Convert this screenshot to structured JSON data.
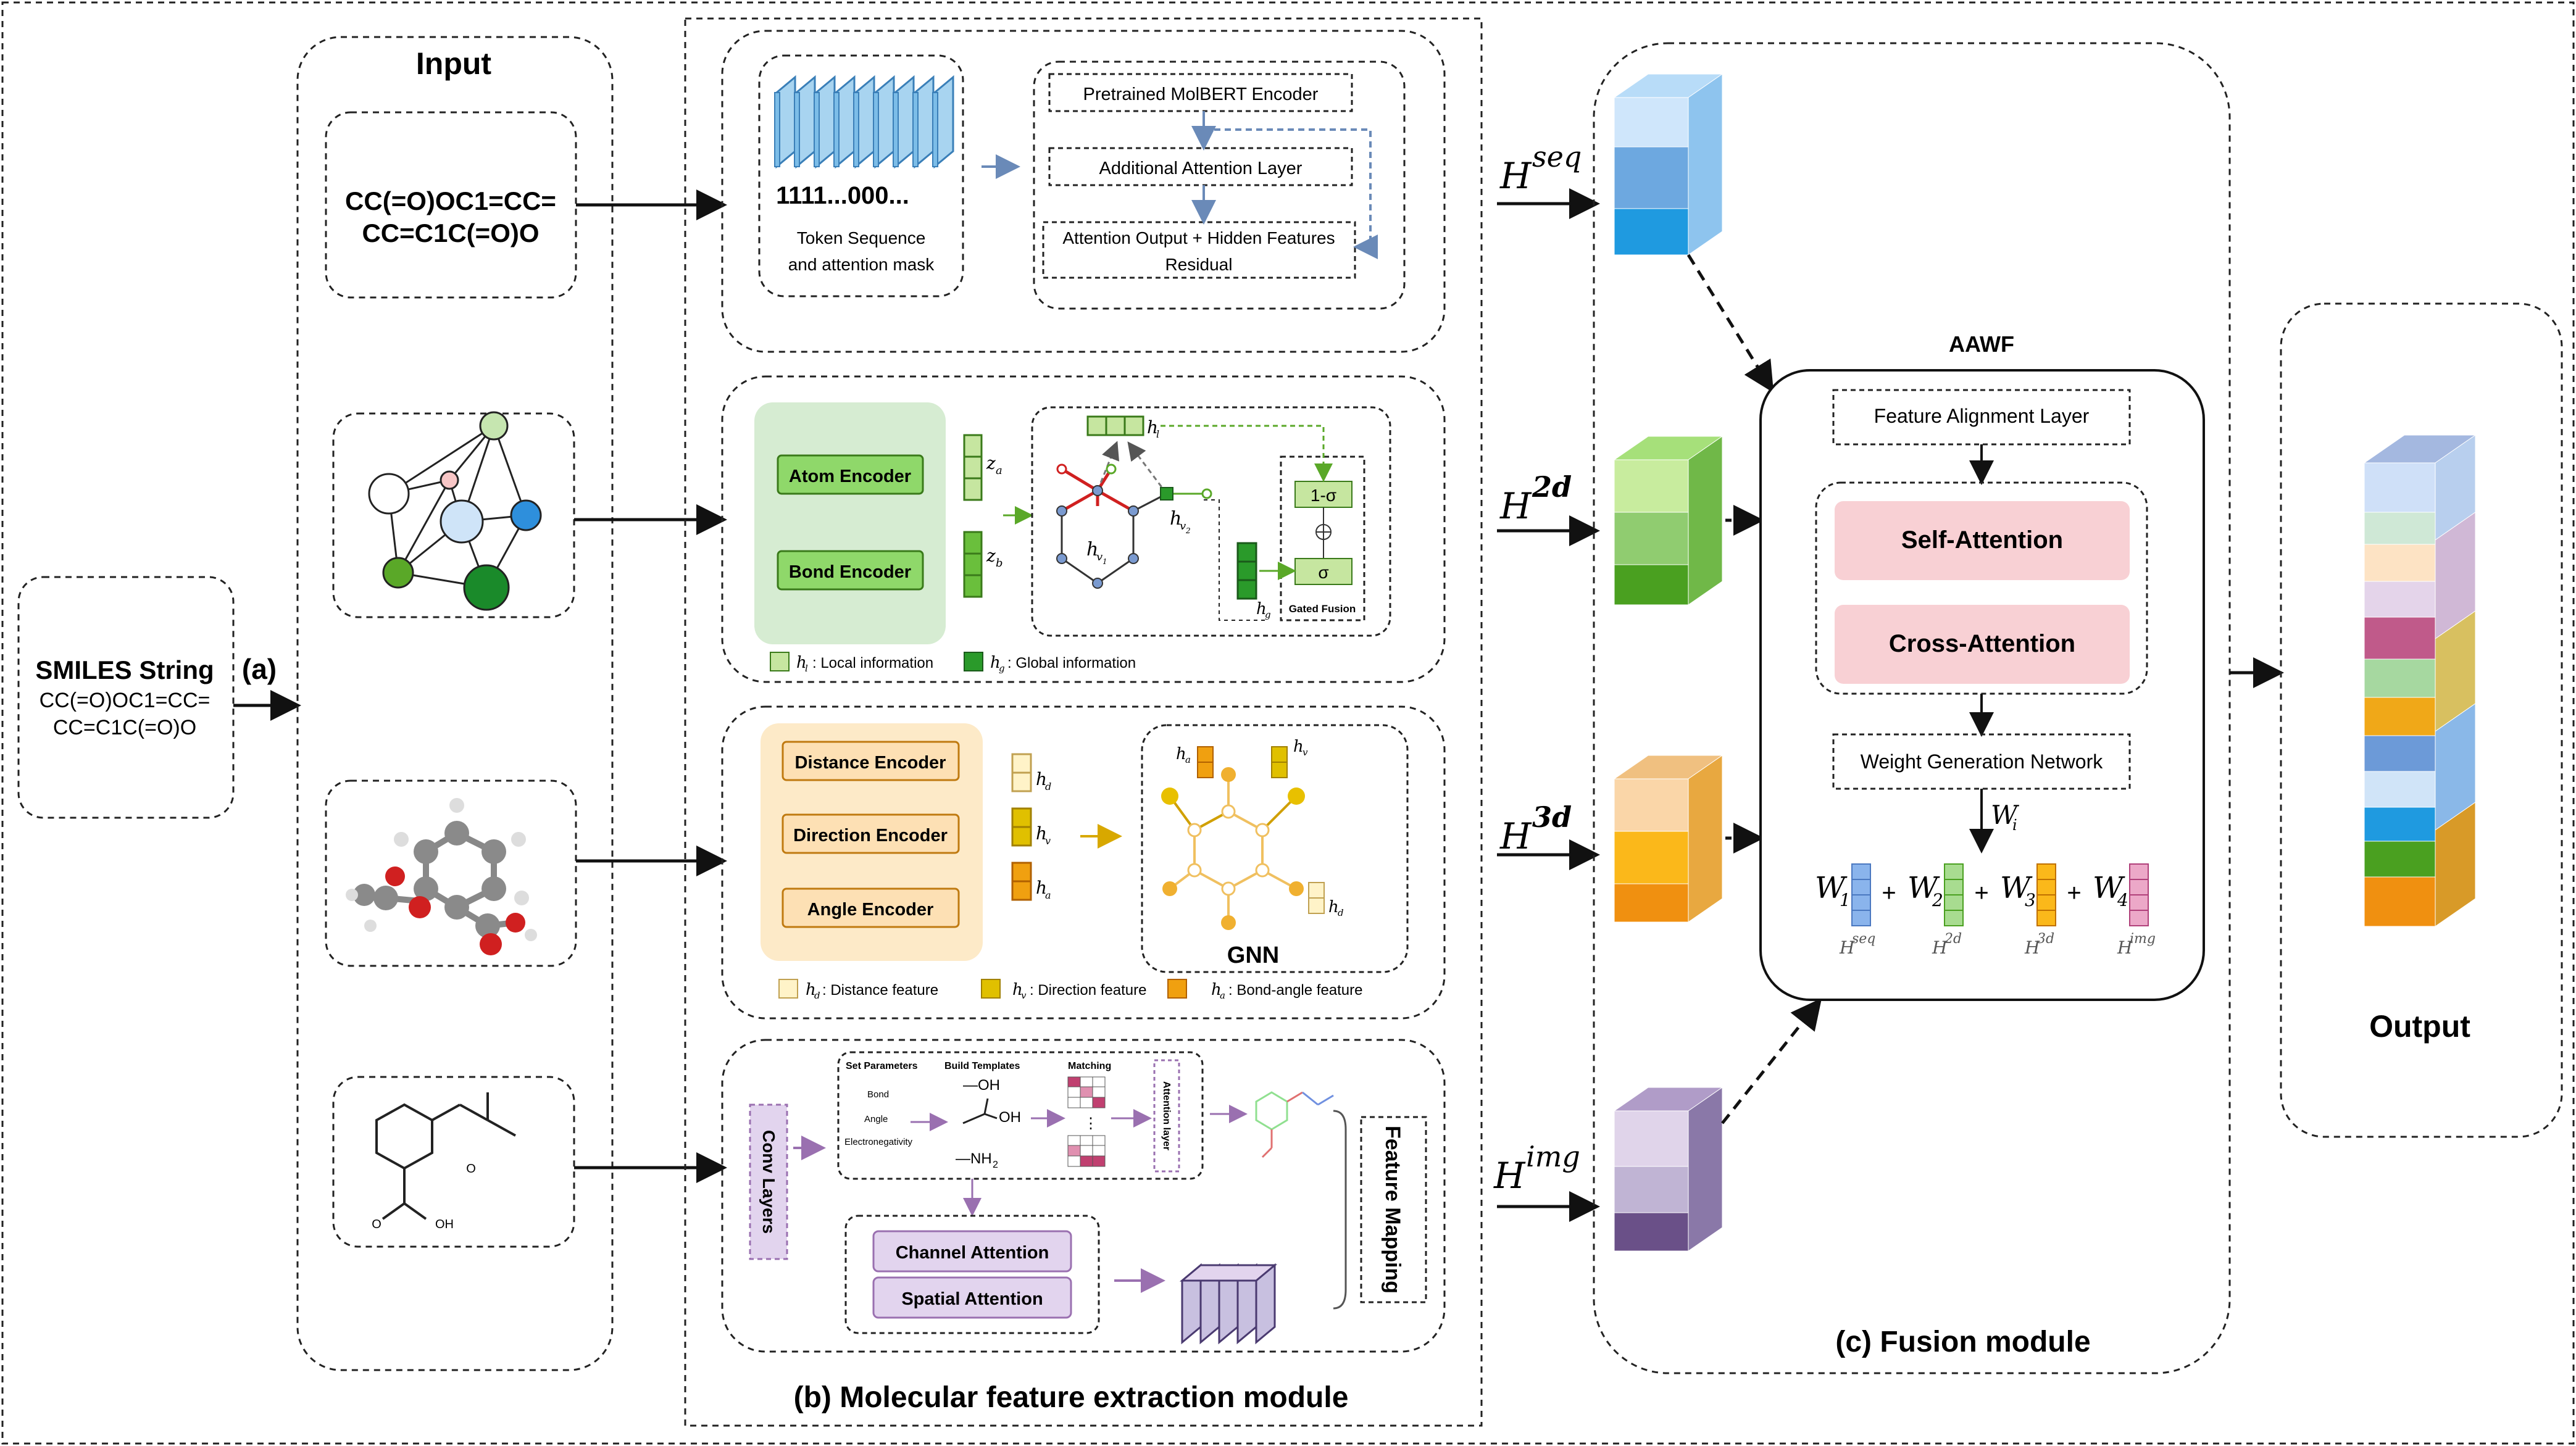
{
  "labels": {
    "input_title": "Input",
    "smiles_title": "SMILES String",
    "smiles_line1": "CC(=O)OC1=CC=",
    "smiles_line2": "CC=C1C(=O)O",
    "section_a": "(a)",
    "input_smiles_line1": "CC(=O)OC1=CC=",
    "input_smiles_line2": "CC=C1C(=O)O",
    "section_b": "(b) Molecular feature extraction module",
    "section_c": "(c) Fusion module",
    "output_title": "Output"
  },
  "seq": {
    "token_text": "1111...000...",
    "token_caption_line1": "Token Sequence",
    "token_caption_line2": "and attention mask",
    "molbert": "Pretrained MolBERT Encoder",
    "attention_layer": "Additional Attention Layer",
    "residual_line1": "Attention Output + Hidden Features",
    "residual_line2": "Residual"
  },
  "graph2d": {
    "atom_encoder": "Atom Encoder",
    "bond_encoder": "Bond Encoder",
    "za": "z",
    "za_sub": "a",
    "zb": "z",
    "zb_sub": "b",
    "one_minus_sigma": "1-σ",
    "sigma": "σ",
    "gated_fusion": "Gated Fusion",
    "legend_local": ": Local information",
    "legend_global": ": Global information",
    "h": "h",
    "sub_l": "l",
    "sub_g": "g",
    "sub_v1": "v",
    "sub_v1_idx": "1",
    "sub_v2": "v",
    "sub_v2_idx": "2"
  },
  "graph3d": {
    "distance_encoder": "Distance Encoder",
    "direction_encoder": "Direction Encoder",
    "angle_encoder": "Angle Encoder",
    "gnn": "GNN",
    "legend_distance": ": Distance feature",
    "legend_direction": ": Direction feature",
    "legend_angle": ": Bond-angle feature",
    "h": "h",
    "sub_d": "d",
    "sub_v": "v",
    "sub_a": "a"
  },
  "image": {
    "conv_layers": "Conv Layers",
    "set_parameters": "Set Parameters",
    "build_templates": "Build Templates",
    "matching": "Matching",
    "param_bond": "Bond",
    "param_angle": "Angle",
    "param_electro": "Electronegativity",
    "tpl_oh": "—OH",
    "tpl_cooh": "OH",
    "tpl_nh2": "—NH",
    "tpl_nh2_sub": "2",
    "attention_layer_vertical": "Attention layer",
    "channel_attention": "Channel Attention",
    "spatial_attention": "Spatial Attention",
    "feature_mapping": "Feature Mapping",
    "struct_oh": "OH",
    "struct_o": "O",
    "struct_ho": "O",
    "struct_oh2": "OH"
  },
  "fusion": {
    "aawf": "AAWF",
    "feature_alignment": "Feature Alignment Layer",
    "self_attention": "Self-Attention",
    "cross_attention": "Cross-Attention",
    "weight_generation": "Weight Generation Network",
    "W": "W",
    "Wi_sub": "i",
    "plus": "+",
    "idx1": "1",
    "idx2": "2",
    "idx3": "3",
    "idx4": "4",
    "H": "H",
    "sup_seq": "seq",
    "sup_2d": "2d",
    "sup_3d": "3d",
    "sup_img": "img"
  },
  "colors": {
    "seq_blue": "#3aa6dd",
    "green_2d": "#5aa828",
    "orange_3d": "#f0a010",
    "purple_img": "#7a6890",
    "pink_attention": "#f8d0d4",
    "encoder_green": "#8fd86a",
    "encoder_orange": "#fde0b4"
  }
}
